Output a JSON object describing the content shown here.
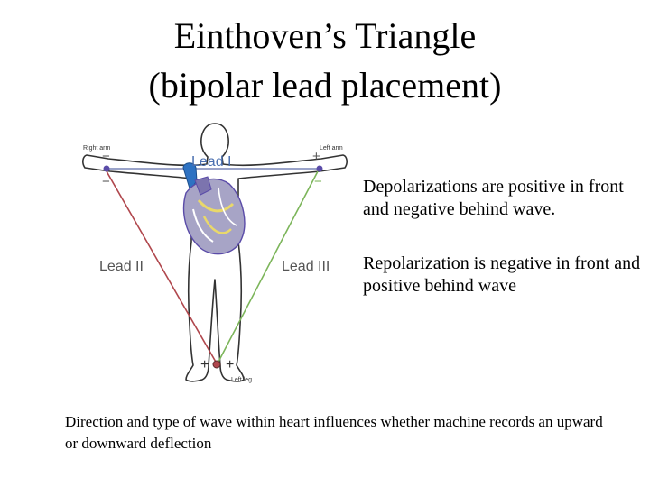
{
  "title": {
    "line1": "Einthoven’s Triangle",
    "line2": "(bipolar lead placement)"
  },
  "diagram": {
    "lead_i": "Lead I",
    "lead_ii": "Lead II",
    "lead_iii": "Lead III",
    "right_arm": "Right arm",
    "left_arm": "Left arm",
    "left_leg": "Left leg",
    "minus": "−",
    "plus": "+",
    "colors": {
      "lead_i": "#9aa3c9",
      "lead_ii": "#b0474d",
      "lead_iii": "#7cb55a",
      "label_lead_i": "#4a6fb0",
      "label_lead_ii_iii": "#555555",
      "body_outline": "#333333",
      "electrode": "#5a4ba8",
      "heart_vessel": "#2e72c2"
    }
  },
  "bullets": [
    "Depolarizations are positive in front and negative behind wave.",
    "Repolarization is negative in front and positive behind wave"
  ],
  "caption": "Direction and type of wave within heart influences whether machine records an upward or downward deflection"
}
